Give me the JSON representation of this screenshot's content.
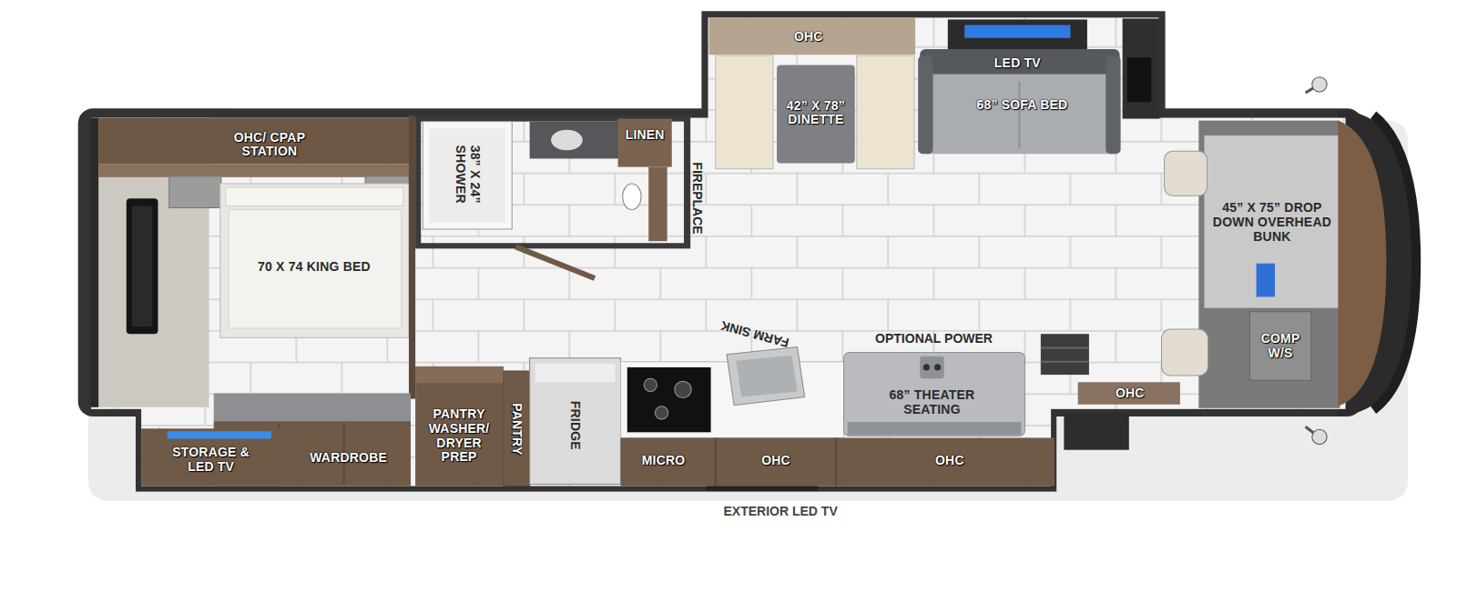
{
  "diagram": {
    "nodes": [
      {
        "text": [
          "OHC"
        ]
      },
      {
        "text": [
          "LED TV"
        ]
      },
      {
        "text": [
          "42” X 78” DINETTE"
        ]
      },
      {
        "text": [
          "68” SOFA BED"
        ]
      },
      {
        "text": [
          "OHC/ CPAP STATION"
        ]
      },
      {
        "text": [
          "38” X 24” SHOWER"
        ]
      },
      {
        "text": [
          "LINEN"
        ]
      },
      {
        "text": [
          "70 X 74 KING BED"
        ]
      },
      {
        "text": [
          "45” X 75” DROP DOWN OVERHEAD BUNK"
        ]
      },
      {
        "text": [
          "COMP W/S"
        ]
      },
      {
        "text": [
          "OHC"
        ]
      },
      {
        "text": [
          "68” THEATER SEATING"
        ]
      },
      {
        "text": [
          "STORAGE & LED TV"
        ]
      },
      {
        "text": [
          "WARDROBE"
        ]
      },
      {
        "text": [
          "PANTRY WASHER/ DRYER PREP"
        ]
      },
      {
        "text": [
          "PANTRY"
        ]
      },
      {
        "text": [
          "FRIDGE"
        ]
      },
      {
        "text": [
          "MICRO"
        ]
      },
      {
        "text": [
          "OHC"
        ]
      },
      {
        "text": [
          "OHC"
        ]
      }
    ],
    "labels": [
      "FIREPLACE",
      "FARM SINK",
      "OPTIONAL POWER",
      "EXTERIOR LED TV"
    ]
  }
}
